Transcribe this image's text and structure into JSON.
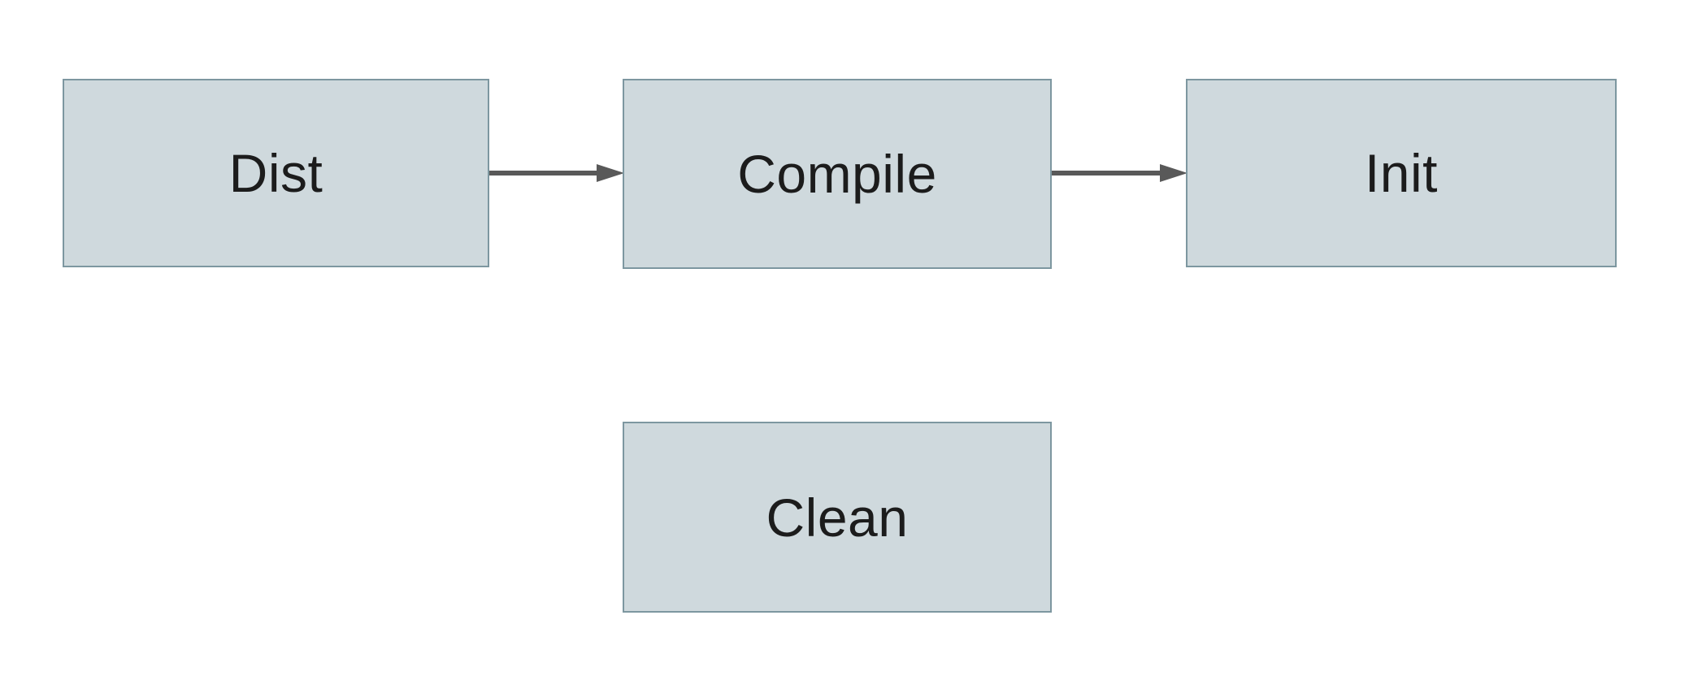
{
  "diagram": {
    "title": "",
    "background_color": "#ffffff",
    "node_fill_color": "#cfd9dd",
    "node_border_color": "#7d97a0",
    "arrow_color": "#595959",
    "nodes": {
      "dist": {
        "label": "Dist"
      },
      "compile": {
        "label": "Compile"
      },
      "init": {
        "label": "Init"
      },
      "clean": {
        "label": "Clean"
      }
    },
    "edges": [
      {
        "from": "Dist",
        "to": "Compile"
      },
      {
        "from": "Compile",
        "to": "Init"
      }
    ]
  }
}
